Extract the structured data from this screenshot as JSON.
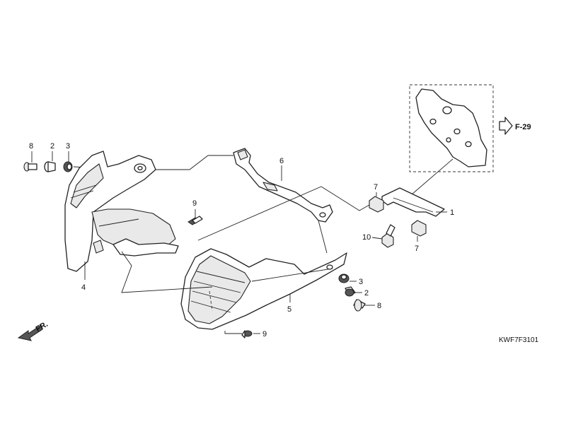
{
  "callouts": {
    "c8a": "8",
    "c2a": "2",
    "c3a": "3",
    "c9a": "9",
    "c4": "4",
    "c6": "6",
    "c7a": "7",
    "c1": "1",
    "c10": "10",
    "c7b": "7",
    "c3b": "3",
    "c2b": "2",
    "c8b": "8",
    "c5": "5",
    "c9b": "9"
  },
  "reference": "F-29",
  "front_label": "FR.",
  "diagram_code": "KWF7F3101"
}
